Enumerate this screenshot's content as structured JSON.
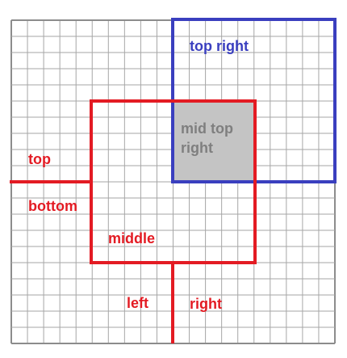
{
  "grid": {
    "columns": 20,
    "rows": 20,
    "line_color": "#a6a6a6",
    "border_color": "#8c8c8c"
  },
  "regions": [
    {
      "id": "top-right",
      "label": "top right",
      "color": "#3a3fbf"
    },
    {
      "id": "middle",
      "label": "middle",
      "color": "#e31b23"
    },
    {
      "id": "mid-top-right",
      "label_lines": [
        "mid top",
        "right"
      ],
      "fill": "#c4c4c4",
      "text_color": "#7f7f7f"
    }
  ],
  "divider_labels": {
    "top": "top",
    "bottom": "bottom",
    "left": "left",
    "right": "right"
  },
  "colors": {
    "red": "#e31b23",
    "blue": "#3a3fbf"
  }
}
